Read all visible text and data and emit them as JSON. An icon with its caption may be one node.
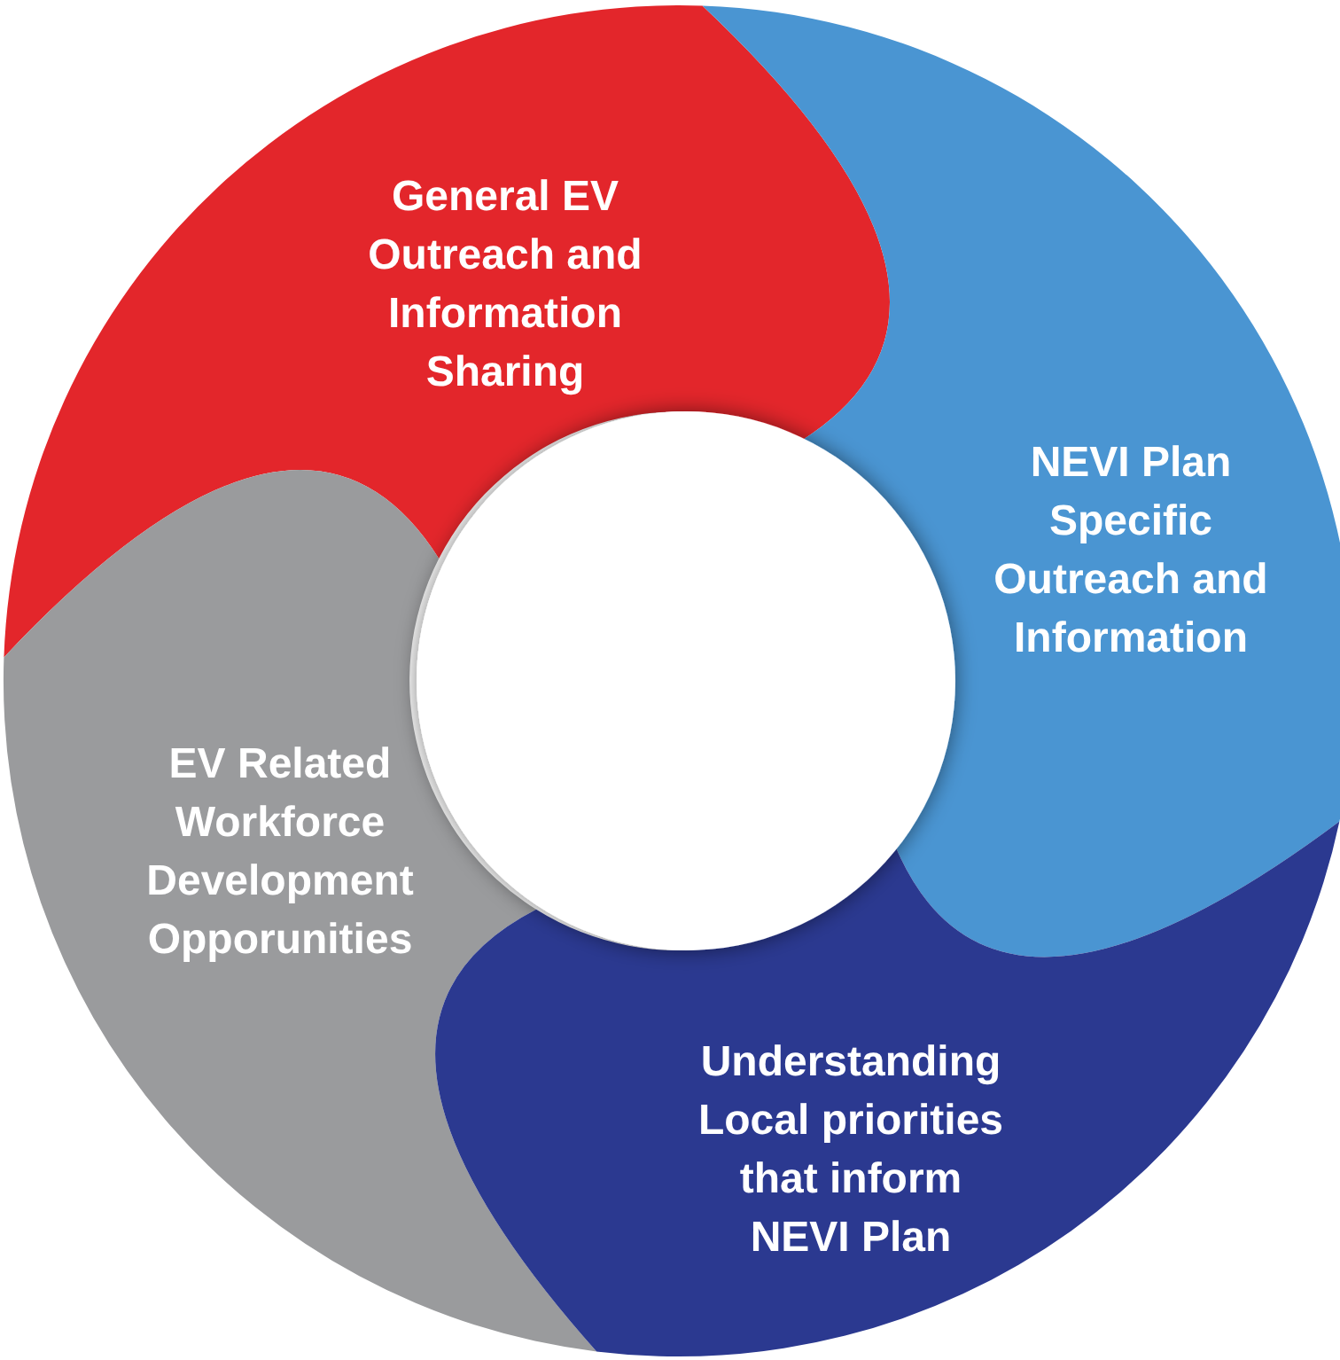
{
  "diagram": {
    "nodes": [
      {
        "text": [
          "General EV Outreach and Information Sharing"
        ]
      },
      {
        "text": [
          "NEVI Plan Specific Outreach and Information"
        ]
      },
      {
        "text": [
          "EV Related Workforce Development Opporunities"
        ]
      },
      {
        "text": [
          "Understanding Local priorities that inform NEVI Plan"
        ]
      }
    ]
  }
}
